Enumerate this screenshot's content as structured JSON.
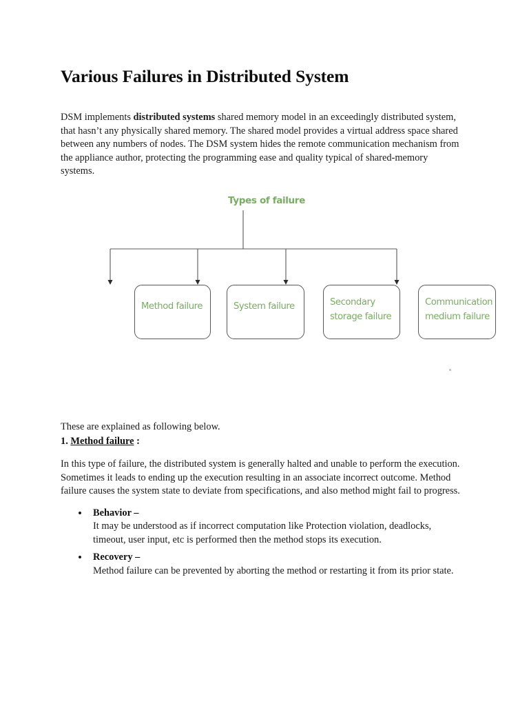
{
  "document": {
    "title": "Various Failures in Distributed System",
    "intro": {
      "before_bold": "DSM implements ",
      "bold": "distributed systems",
      "after_bold": " shared memory model in an exceedingly distributed system, that hasn’t any physically shared memory. The shared model provides a virtual address space shared between any numbers of nodes. The DSM system hides the remote communication mechanism from the appliance author, protecting the programming ease and quality typical of shared-memory systems."
    },
    "lede": "These are explained as following below.",
    "section": {
      "number": "1.",
      "heading": "Method failure",
      "colon": ":",
      "body": "In this type of failure, the distributed system is generally halted and unable to perform the execution. Sometimes it leads to ending up the execution resulting in an associate incorrect outcome. Method failure causes the system state to deviate from specifications, and also method might fail to progress."
    },
    "bullets": [
      {
        "term": "Behavior –",
        "text": "It may be understood as if incorrect computation like Protection violation, deadlocks, timeout, user input, etc is performed then the method stops its execution."
      },
      {
        "term": "Recovery –",
        "text": "Method failure can be prevented by aborting the method or restarting it from its prior state."
      }
    ]
  },
  "diagram": {
    "title": "Types of failure",
    "accent_color": "#79ad63",
    "line_color": "#585858",
    "nodes": [
      {
        "label": "Method failure"
      },
      {
        "label": "System failure"
      },
      {
        "label": "Secondary  storage failure"
      },
      {
        "label": "Communication medium failure"
      }
    ]
  }
}
